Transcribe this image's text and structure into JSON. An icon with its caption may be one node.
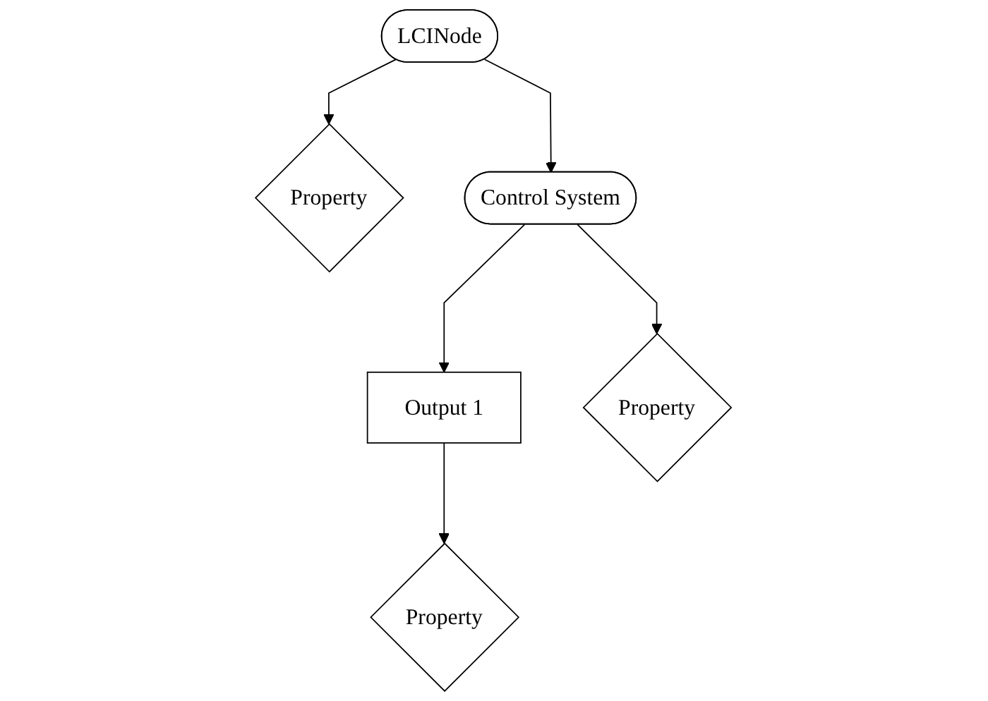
{
  "diagram": {
    "nodes": [
      {
        "text": [
          "Property"
        ]
      },
      {
        "text": [
          "LCINode"
        ]
      },
      {
        "text": [
          "Control System"
        ]
      },
      {
        "text": [
          "Output 1"
        ]
      },
      {
        "text": [
          "Property"
        ]
      },
      {
        "text": [
          "Property"
        ]
      }
    ],
    "edges": [
      {
        "from": 1,
        "to": 0,
        "arrow": "to"
      },
      {
        "from": 1,
        "to": 2,
        "arrow": "to"
      },
      {
        "from": 2,
        "to": 3,
        "arrow": "to"
      },
      {
        "from": 2,
        "to": 4,
        "arrow": "to"
      },
      {
        "from": 3,
        "to": 5,
        "arrow": "to"
      }
    ]
  }
}
